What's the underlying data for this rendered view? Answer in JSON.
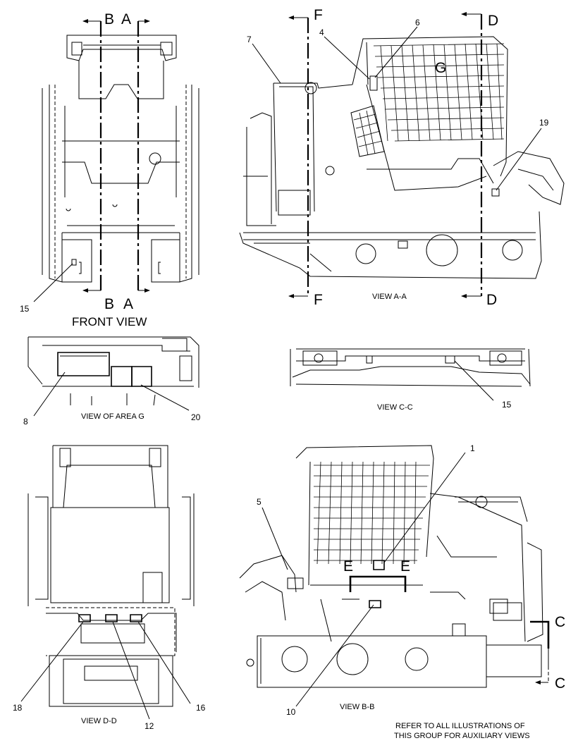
{
  "section_markers": {
    "B": "B",
    "A": "A",
    "F": "F",
    "D": "D",
    "G": "G",
    "E": "E",
    "C": "C"
  },
  "callouts": {
    "n1": "1",
    "n4": "4",
    "n5": "5",
    "n6": "6",
    "n7": "7",
    "n8": "8",
    "n10": "10",
    "n12": "12",
    "n15": "15",
    "n16": "16",
    "n18": "18",
    "n19": "19",
    "n20": "20"
  },
  "view_titles": {
    "front_view": "FRONT VIEW",
    "view_a_a": "VIEW A-A",
    "view_of_area_g": "VIEW OF AREA G",
    "view_c_c": "VIEW C-C",
    "view_d_d": "VIEW D-D",
    "view_b_b": "VIEW B-B"
  },
  "footer_note": {
    "line1": "REFER TO ALL ILLUSTRATIONS OF",
    "line2": "THIS GROUP FOR AUXILIARY VIEWS"
  },
  "colors": {
    "ink": "#000000",
    "paper": "#ffffff"
  }
}
